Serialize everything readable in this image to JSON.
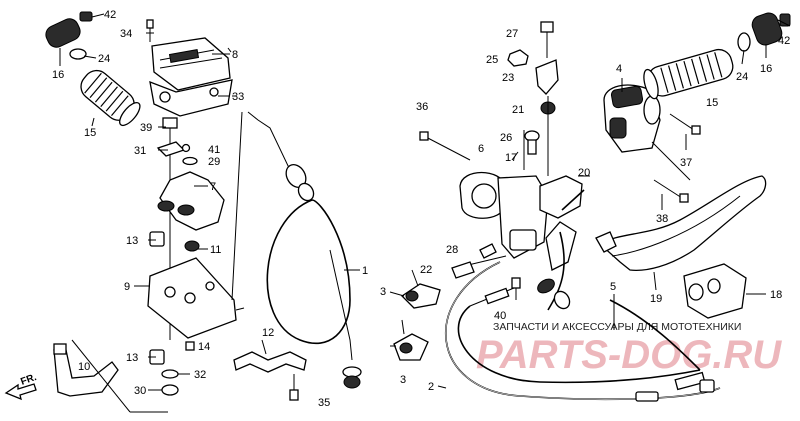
{
  "callouts": {
    "c1": "1",
    "c2": "2",
    "c3a": "3",
    "c3b": "3",
    "c4": "4",
    "c5": "5",
    "c6": "6",
    "c7": "7",
    "c8": "8",
    "c9": "9",
    "c10": "10",
    "c11": "11",
    "c12": "12",
    "c13a": "13",
    "c13b": "13",
    "c14": "14",
    "c15a": "15",
    "c15b": "15",
    "c16a": "16",
    "c16b": "16",
    "c17": "17",
    "c18": "18",
    "c19": "19",
    "c20": "20",
    "c21": "21",
    "c22": "22",
    "c23": "23",
    "c24a": "24",
    "c24b": "24",
    "c25": "25",
    "c26": "26",
    "c27": "27",
    "c28": "28",
    "c29": "29",
    "c30": "30",
    "c31": "31",
    "c32": "32",
    "c33": "33",
    "c34": "34",
    "c35": "35",
    "c36": "36",
    "c37": "37",
    "c38": "38",
    "c39": "39",
    "c40": "40",
    "c41": "41",
    "c42a": "42",
    "c42b": "42"
  },
  "direction_label": "FR.",
  "watermark": {
    "caption": "ЗАПЧАСТИ И АКСЕССУАРЫ ДЛЯ МОТОТЕХНИКИ",
    "logo": "PARTS-DOG.RU",
    "logo_color": "#e8a0a6"
  },
  "colors": {
    "line": "#000000",
    "background": "#ffffff"
  }
}
